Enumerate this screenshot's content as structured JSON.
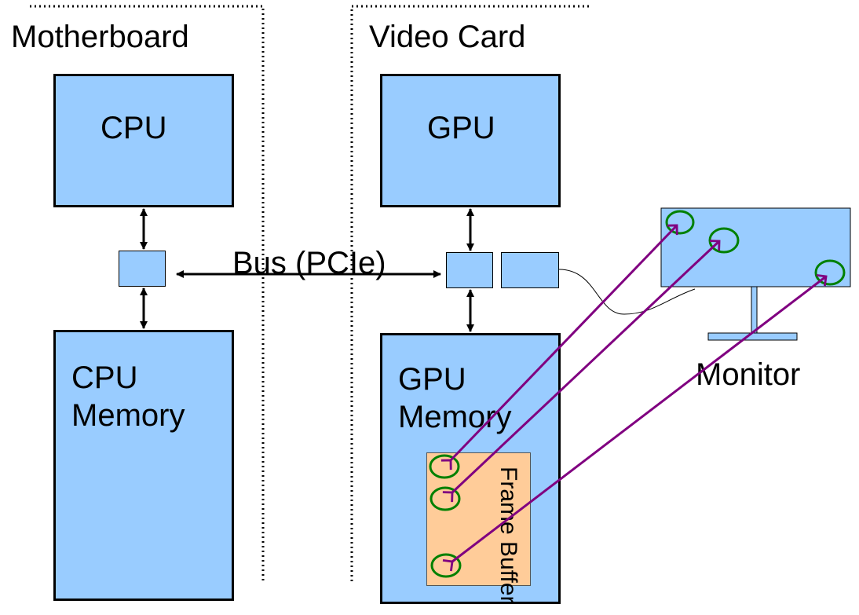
{
  "regions": {
    "motherboard": "Motherboard",
    "video_card": "Video Card"
  },
  "components": {
    "cpu": "CPU",
    "cpu_memory_line1": "CPU",
    "cpu_memory_line2": "Memory",
    "gpu": "GPU",
    "gpu_memory_line1": "GPU",
    "gpu_memory_line2": "Memory",
    "frame_buffer": "Frame Buffer",
    "monitor": "Monitor"
  },
  "bus": {
    "label": "Bus (PCIe)"
  },
  "colors": {
    "component_fill": "#99ccff",
    "frame_buffer_fill": "#ffcc99",
    "pixel_circle": "#008000",
    "mapping_arrow": "#800080"
  }
}
